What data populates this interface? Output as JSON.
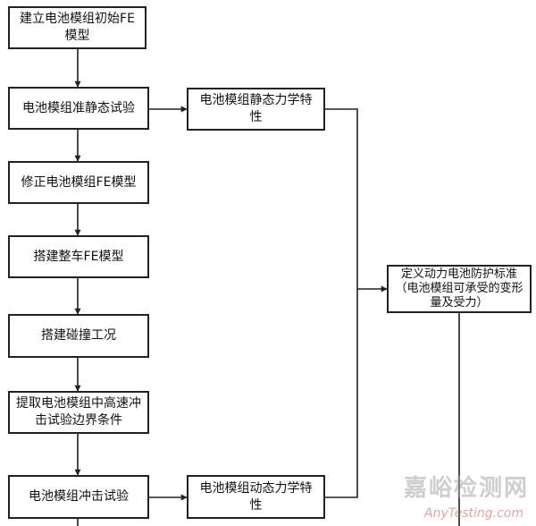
{
  "flowchart": {
    "steps": [
      "建立电池模组初始FE模型",
      "电池模组准静态试验",
      "修正电池模组FE模型",
      "搭建整车FE模型",
      "搭建碰撞工况",
      "提取电池模组中高速冲击试验边界条件",
      "电池模组冲击试验"
    ],
    "static_result": "电池模组静态力学特性",
    "dynamic_result": "电池模组动态力学特性",
    "standard": "定义动力电池防护标准（电池模组可承受的变形量及受力）"
  },
  "watermark": {
    "cn": "嘉峪检测网",
    "en": "AnyTesting.com"
  }
}
